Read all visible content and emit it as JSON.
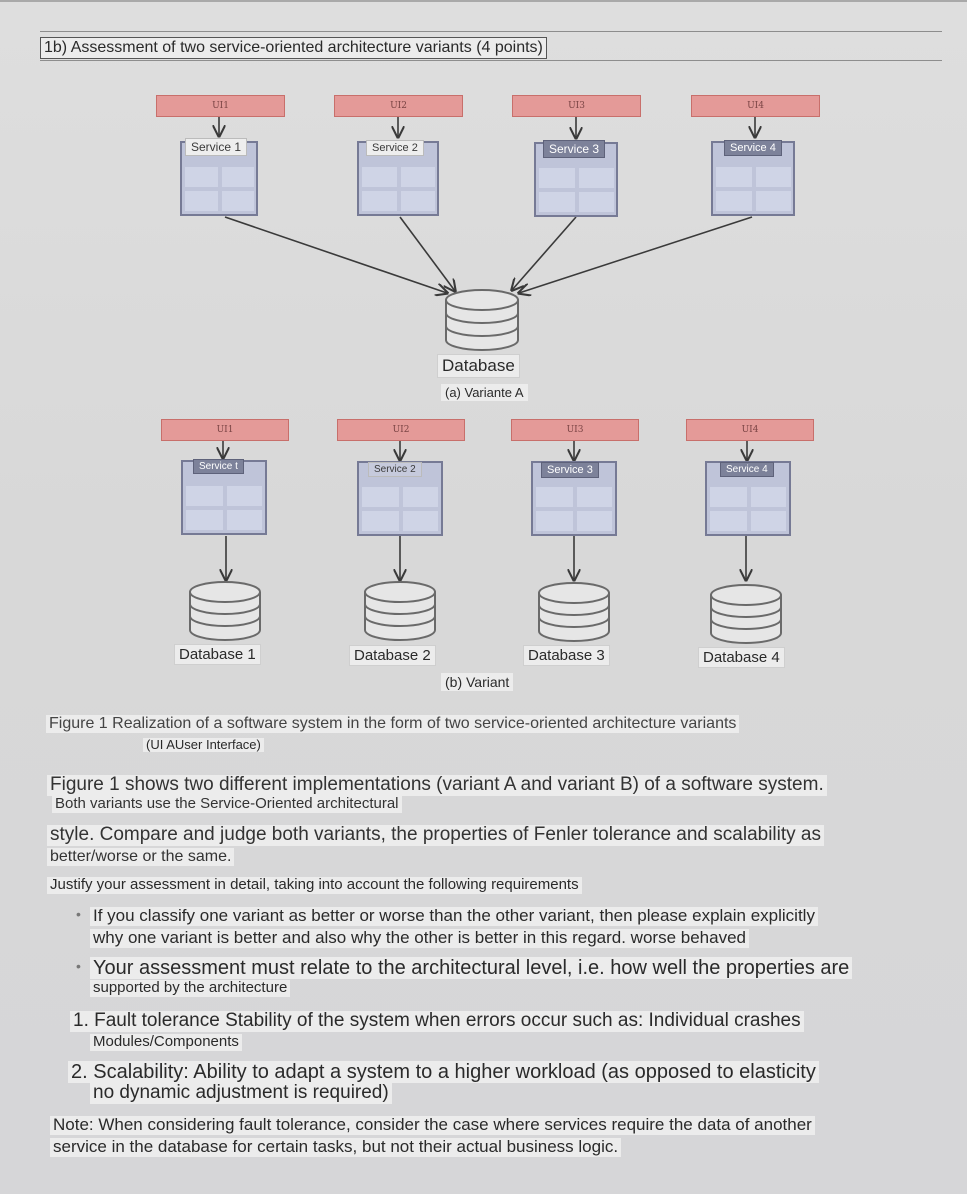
{
  "title": "1b) Assessment of two service-oriented architecture variants (4 points)",
  "variant_a": {
    "uis": [
      "UI1",
      "UI2",
      "UI3",
      "UI4"
    ],
    "services": [
      "Service 1",
      "Service 2",
      "Service 3",
      "Service 4"
    ],
    "database": "Database",
    "caption": "(a) Variante A"
  },
  "variant_b": {
    "uis": [
      "UI1",
      "UI2",
      "UI3",
      "UI4"
    ],
    "services": [
      "Service t",
      "Service 2",
      "Service 3",
      "Service 4"
    ],
    "databases": [
      "Database 1",
      "Database 2",
      "Database 3",
      "Database 4"
    ],
    "caption": "(b) Variant"
  },
  "figure_caption": "Figure 1 Realization of a software system in the form of two service-oriented architecture variants",
  "figure_caption_sub": "(UI AUser Interface)",
  "paragraph1_line1": "Figure 1 shows two different implementations (variant A and variant B) of a software system.",
  "paragraph1_line2": "Both variants use the Service-Oriented architectural",
  "paragraph2_line1": "style. Compare and judge both variants, the properties of Fenler tolerance and scalability as",
  "paragraph2_line2": "better/worse or the same.",
  "justify": "Justify your assessment in detail, taking into account the following requirements",
  "bullets": [
    {
      "line1": "If you classify one variant as better or worse than the other variant, then please explain explicitly",
      "line2": "why one variant is better and also why the other is better in this regard. worse behaved"
    },
    {
      "line1": "Your assessment must relate to the architectural level, i.e. how well the properties are",
      "line2": "supported by the architecture"
    }
  ],
  "numbered": [
    {
      "line1": "1. Fault tolerance Stability of the system when errors occur such as: Individual crashes",
      "line2": "Modules/Components"
    },
    {
      "line1": "2. Scalability: Ability to adapt a system to a higher workload (as opposed to elasticity",
      "line2": "no dynamic adjustment is required)"
    }
  ],
  "note_line1": "Note: When considering fault tolerance, consider the case where services require the data of another",
  "note_line2": "service in the database for certain tasks, but not their actual business logic."
}
